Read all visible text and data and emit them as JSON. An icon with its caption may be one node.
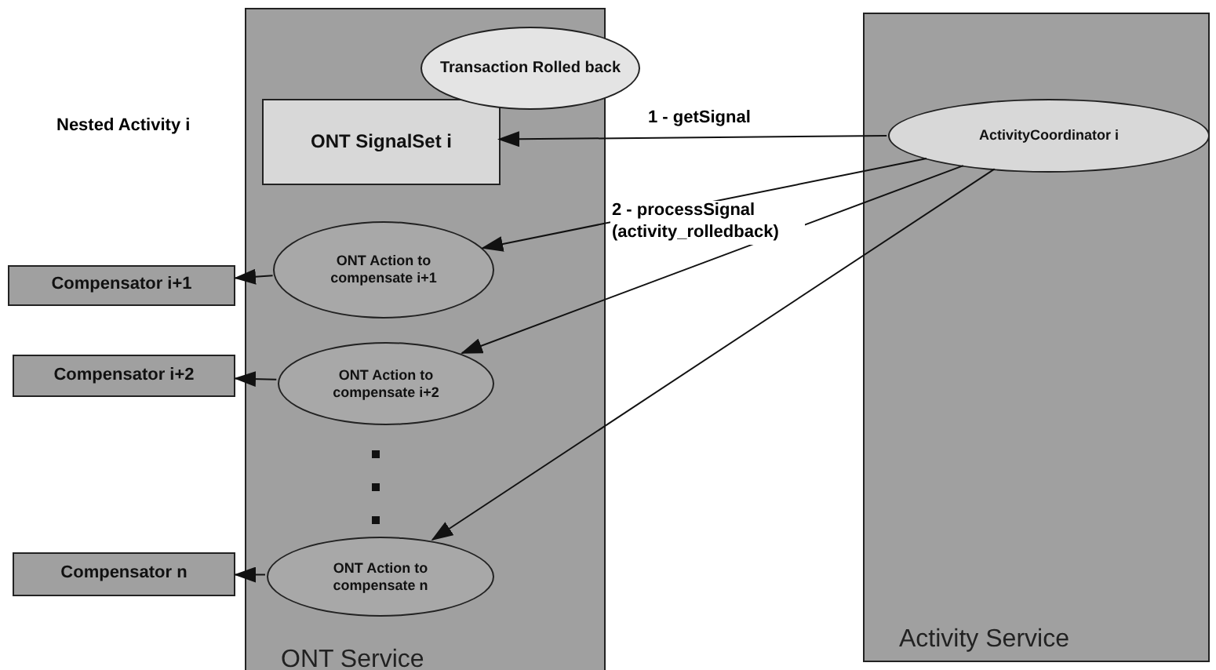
{
  "diagram": {
    "nodes": [
      {
        "text": [
          "ONT Service"
        ]
      },
      {
        "text": [
          "Transaction Rolled back"
        ]
      },
      {
        "text": [
          "ONT SignalSet i"
        ],
        "in": 0
      },
      {
        "text": [
          "Activity Service"
        ]
      },
      {
        "text": [
          "ActivityCoordinator i"
        ],
        "in": 3
      },
      {
        "text": [
          "Compensator i+1"
        ]
      },
      {
        "text": [
          "ONT Action to compensate i+1"
        ],
        "in": 0
      },
      {
        "text": [
          "Compensator i+2"
        ]
      },
      {
        "text": [
          "ONT Action to compensate i+2"
        ],
        "in": 0
      },
      {
        "text": [
          "Compensator n"
        ]
      },
      {
        "text": [
          "ONT Action to compensate n"
        ],
        "in": 0
      }
    ],
    "edges": [
      {
        "from": 4,
        "to": 2,
        "arrow": "to",
        "label": "1 - getSignal"
      },
      {
        "from": 4,
        "to": 6,
        "arrow": "to",
        "label": "2 - processSignal (activity_rolledback)"
      },
      {
        "from": 4,
        "to": 8,
        "arrow": "to"
      },
      {
        "from": 4,
        "to": 10,
        "arrow": "to"
      },
      {
        "from": 6,
        "to": 5,
        "arrow": "to"
      },
      {
        "from": 8,
        "to": 7,
        "arrow": "to"
      },
      {
        "from": 10,
        "to": 9,
        "arrow": "to"
      }
    ],
    "labels": [
      "Nested Activity i"
    ]
  }
}
